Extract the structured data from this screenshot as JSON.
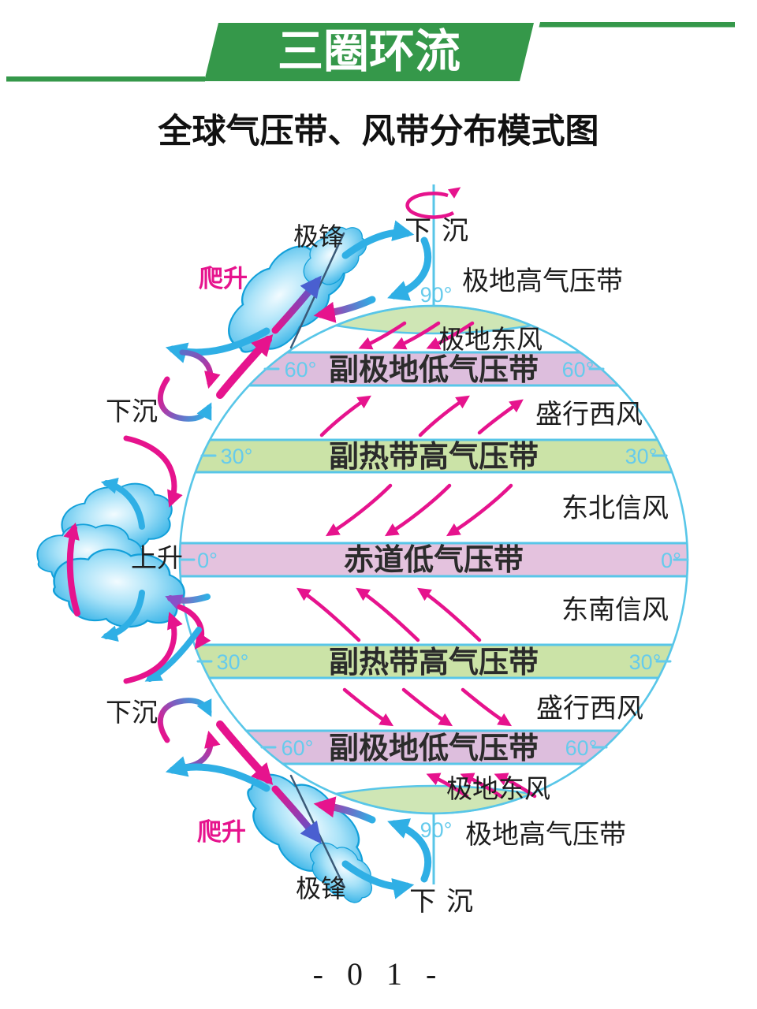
{
  "banner": {
    "label": "三圈环流"
  },
  "title": "全球气压带、风带分布模式图",
  "page_number": "- 0 1 -",
  "globe": {
    "latitude_labels": {
      "pole": "90°",
      "sixty": "60°",
      "thirty": "30°",
      "equator": "0°"
    },
    "belts": [
      {
        "id": "polar-high-n",
        "label": "极地高气压带",
        "color": "#cfe6b5"
      },
      {
        "id": "subpolar-low-n",
        "label": "副极地低气压带",
        "color": "#ddbedd"
      },
      {
        "id": "subtropical-high-n",
        "label": "副热带高气压带",
        "color": "#cbe3a7"
      },
      {
        "id": "equatorial-low",
        "label": "赤道低气压带",
        "color": "#e4c2de"
      },
      {
        "id": "subtropical-high-s",
        "label": "副热带高气压带",
        "color": "#cbe3a7"
      },
      {
        "id": "subpolar-low-s",
        "label": "副极地低气压带",
        "color": "#ddbedd"
      },
      {
        "id": "polar-high-s",
        "label": "极地高气压带",
        "color": "#cfe6b5"
      }
    ],
    "winds": [
      {
        "id": "polar-easterlies-n",
        "label": "极地东风"
      },
      {
        "id": "westerlies-n",
        "label": "盛行西风"
      },
      {
        "id": "ne-trades",
        "label": "东北信风"
      },
      {
        "id": "se-trades",
        "label": "东南信风"
      },
      {
        "id": "westerlies-s",
        "label": "盛行西风"
      },
      {
        "id": "polar-easterlies-s",
        "label": "极地东风"
      }
    ]
  },
  "circulation": {
    "sink": "下沉",
    "rise": "上升",
    "climb": "爬升",
    "polar_front": "极锋"
  },
  "colors": {
    "banner_green": "#35984a",
    "band_purple": "#ddbedd",
    "band_green": "#cbe3a7",
    "band_pink": "#e4c2de",
    "cap_green": "#cfe6b5",
    "outline_cyan": "#58c6e8",
    "latitude_text_cyan": "#66cbec",
    "arrow_pink": "#e6138d",
    "arrow_blue": "#29a9e2",
    "cloud_blue": "#2fb0e6"
  }
}
